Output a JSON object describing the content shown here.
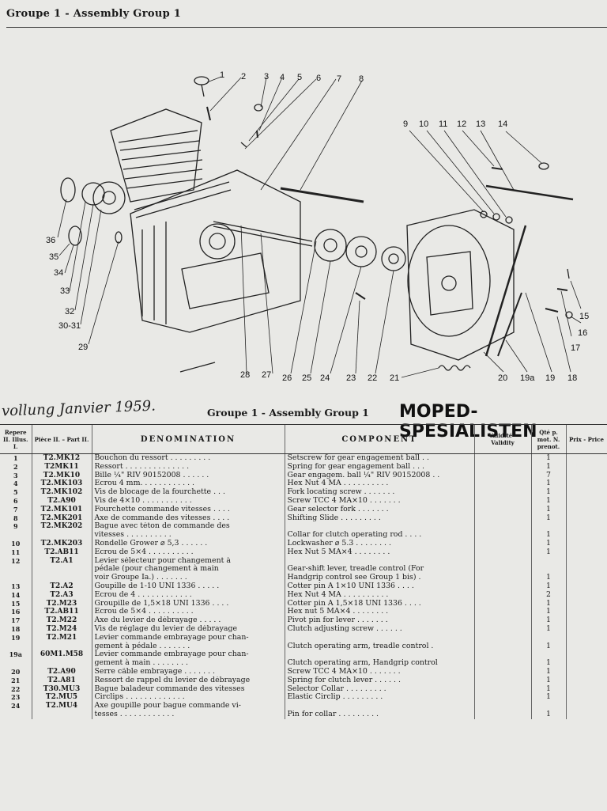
{
  "header": {
    "title": "Groupe 1 - Assembly Group 1"
  },
  "diagram": {
    "callouts": [
      "1",
      "2",
      "3",
      "4",
      "5",
      "6",
      "7",
      "8",
      "9",
      "10",
      "11",
      "12",
      "13",
      "14",
      "15",
      "16",
      "17",
      "18",
      "19a",
      "19",
      "20",
      "21",
      "22",
      "23",
      "24",
      "25",
      "26",
      "27",
      "28",
      "29",
      "30-31",
      "32",
      "33",
      "34",
      "35",
      "36"
    ]
  },
  "subheader": {
    "handwriting": "vollung Janvier 1959.",
    "title": "Groupe 1 - Assembly Group 1",
    "brand": "MOPED-SPESIALISTEN"
  },
  "table": {
    "headers": {
      "repere": "Repere II. Illus. I.",
      "piece": "Pièce II. – Part II.",
      "denomination": "DENOMINATION",
      "component": "COMPONENT",
      "validite": "Validité - Validity",
      "qty": "Qté p. mot. N. prenot.",
      "prix": "Prix - Price"
    },
    "rows": [
      {
        "ref": "1",
        "code": "T2.MK12",
        "fr": "Bouchon du ressort . . . . . . . . .",
        "en": "Setscrew for gear engagement ball . .",
        "qty": "1"
      },
      {
        "ref": "2",
        "code": "T2MK11",
        "fr": "Ressort . . . . . . . . . . . . . .",
        "en": "Spring for gear engagement ball . . .",
        "qty": "1"
      },
      {
        "ref": "3",
        "code": "T2.MK10",
        "fr": "Bille ¼\" RIV 90152008 . . . . . .",
        "en": "Gear engagem. ball ¼\" RIV 90152008 . .",
        "qty": "7"
      },
      {
        "ref": "4",
        "code": "T2.MK103",
        "fr": "Ecrou 4 mm. . . . . . . . . . . .",
        "en": "Hex Nut 4 MA . . . . . . . . . .",
        "qty": "1"
      },
      {
        "ref": "5",
        "code": "T2.MK102",
        "fr": "Vis de blocage de la fourchette . . .",
        "en": "Fork locating screw . . . . . . .",
        "qty": "1"
      },
      {
        "ref": "6",
        "code": "T2.A90",
        "fr": "Vis de 4×10 . . . . . . . . . . .",
        "en": "Screw TCC 4 MA×10 . . . . . . .",
        "qty": "1"
      },
      {
        "ref": "7",
        "code": "T2.MK101",
        "fr": "Fourchette commande vitesses . . . .",
        "en": "Gear selector fork . . . . . . .",
        "qty": "1"
      },
      {
        "ref": "8",
        "code": "T2.MK201",
        "fr": "Axe de commande des vitesses . . . .",
        "en": "Shifting Slide . . . . . . . . .",
        "qty": "1"
      },
      {
        "ref": "9",
        "code": "T2.MK202",
        "fr": "Bague avec téton de commande des\n    vitesses . . . . . . . . . .",
        "en": "Collar for clutch operating rod . . . .",
        "qty": "1"
      },
      {
        "ref": "10",
        "code": "T2.MK203",
        "fr": "Rondelle Grower ⌀ 5,3 . . . . . .",
        "en": "Lockwasher ⌀ 5.3 . . . . . . . .",
        "qty": "1"
      },
      {
        "ref": "11",
        "code": "T2.AB11",
        "fr": "Ecrou de 5×4 . . . . . . . . . .",
        "en": "Hex Nut 5 MA×4 . . . . . . . .",
        "qty": "1"
      },
      {
        "ref": "12",
        "code": "T2.A1",
        "fr": "Levier sélecteur pour changement à\n    pédale (pour changement à main\n    voir Groupe Ia.) . . . . . . .",
        "en": "Gear-shift lever, treadle control (For\n    Handgrip control see Group 1 bis) .",
        "qty": "1"
      },
      {
        "ref": "13",
        "code": "T2.A2",
        "fr": "Goupille de 1-10 UNI 1336 . . . . .",
        "en": "Cotter pin A 1×10 UNI 1336 . . . .",
        "qty": "1"
      },
      {
        "ref": "14",
        "code": "T2.A3",
        "fr": "Ecrou de 4 . . . . . . . . . . . .",
        "en": "Hex Nut 4 MA . . . . . . . . . .",
        "qty": "2"
      },
      {
        "ref": "15",
        "code": "T2.M23",
        "fr": "Groupille de 1,5×18 UNI 1336 . . . .",
        "en": "Cotter pin A 1,5×18 UNI 1336 . . . .",
        "qty": "1"
      },
      {
        "ref": "16",
        "code": "T2.AB11",
        "fr": "Ecrou de 5×4 . . . . . . . . . .",
        "en": "Hex nut 5 MA×4 . . . . . . . .",
        "qty": "1"
      },
      {
        "ref": "17",
        "code": "T2.M22",
        "fr": "Axe du levier de débrayage . . . . .",
        "en": "Pivot pin for lever . . . . . . .",
        "qty": "1"
      },
      {
        "ref": "18",
        "code": "T2.M24",
        "fr": "Vis de réglage du levier de débrayage",
        "en": "Clutch adjusting screw . . . . . .",
        "qty": "1"
      },
      {
        "ref": "19",
        "code": "T2.M21",
        "fr": "Levier commande embrayage pour chan-\n    gement à pédale . . . . . . .",
        "en": "Clutch operating arm, treadle control .",
        "qty": "1"
      },
      {
        "ref": "19a",
        "code": "60M1.M58",
        "fr": "Levier commande embrayage pour chan-\n    gement à main . . . . . . . .",
        "en": "Clutch operating arm, Handgrip control",
        "qty": "1"
      },
      {
        "ref": "20",
        "code": "T2.A90",
        "fr": "Serre câble embrayage . . . . . . .",
        "en": "Screw TCC 4 MA×10 . . . . . . .",
        "qty": "1"
      },
      {
        "ref": "21",
        "code": "T2.A81",
        "fr": "Ressort de rappel du levier de débrayage",
        "en": "Spring for clutch lever . . . . . .",
        "qty": "1"
      },
      {
        "ref": "22",
        "code": "T30.MU3",
        "fr": "Bague baladeur commande des vitesses",
        "en": "Selector Collar . . . . . . . . .",
        "qty": "1"
      },
      {
        "ref": "23",
        "code": "T2.MU5",
        "fr": "Circlips . . . . . . . . . . . . .",
        "en": "Elastic Circlip . . . . . . . . .",
        "qty": "1"
      },
      {
        "ref": "24",
        "code": "T2.MU4",
        "fr": "Axe goupille pour bague commande vi-\n    tesses . . . . . . . . . . . .",
        "en": "Pin for collar . . . . . . . . .",
        "qty": "1"
      }
    ]
  }
}
